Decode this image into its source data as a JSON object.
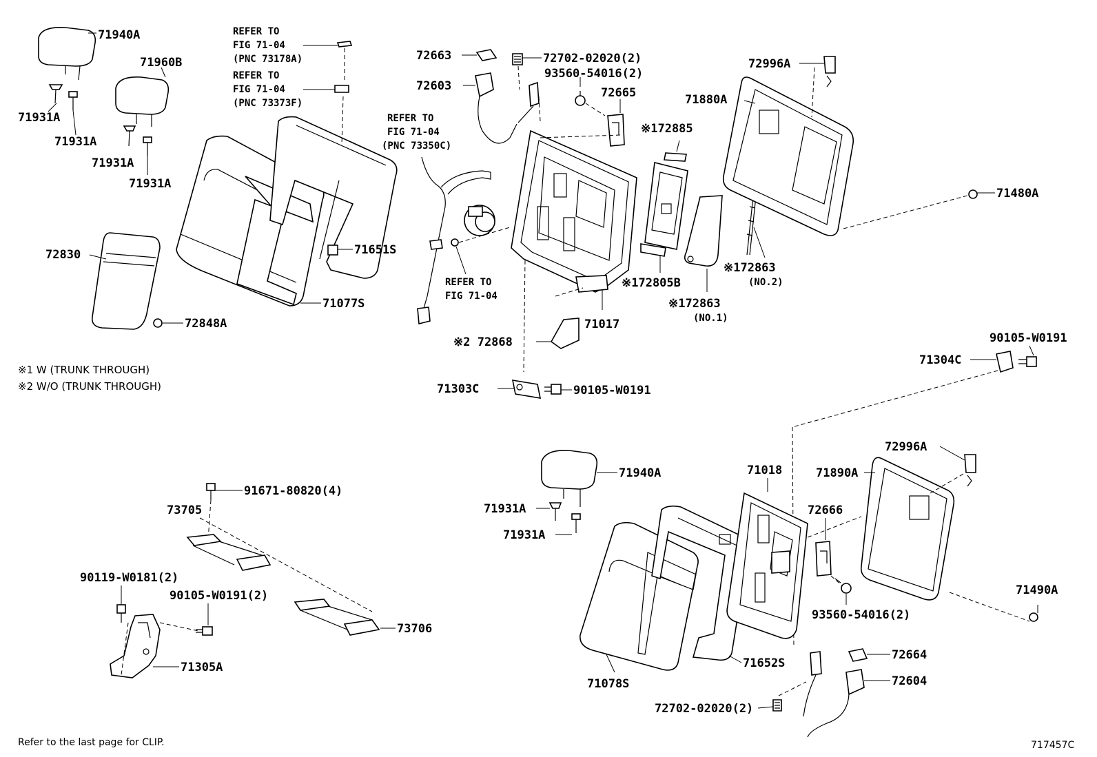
{
  "labels": {
    "p71940A_top": "71940A",
    "p71960B": "71960B",
    "p71931A_1": "71931A",
    "p71931A_2": "71931A",
    "p71931A_3": "71931A",
    "p71931A_4": "71931A",
    "p72830": "72830",
    "p72848A": "72848A",
    "p71651S": "71651S",
    "p71077S": "71077S",
    "p72663": "72663",
    "p72702_top": "72702-02020(2)",
    "p93560_top": "93560-54016(2)",
    "p72603": "72603",
    "p72665": "72665",
    "p72996A_top": "72996A",
    "p71880A": "71880A",
    "p72885": "※172885",
    "p71480A": "71480A",
    "p72863_no2": "※172863",
    "p72863_no2_sub": "(NO.2)",
    "p72805B": "※172805B",
    "p72863_no1": "※172863",
    "p72863_no1_sub": "(NO.1)",
    "p71017": "71017",
    "p72868": "※2 72868",
    "p71303C": "71303C",
    "p90105_mid": "90105-W0191",
    "p90105_right": "90105-W0191",
    "p71304C": "71304C",
    "p71940A_bot": "71940A",
    "p71931A_5": "71931A",
    "p71931A_6": "71931A",
    "p71018": "71018",
    "p72996A_bot": "72996A",
    "p71890A": "71890A",
    "p72666": "72666",
    "p71490A": "71490A",
    "p93560_bot": "93560-54016(2)",
    "p72664": "72664",
    "p72604": "72604",
    "p71652S": "71652S",
    "p71078S": "71078S",
    "p72702_bot": "72702-02020(2)",
    "p91671": "91671-80820(4)",
    "p73705": "73705",
    "p90119": "90119-W0181(2)",
    "p90105_2": "90105-W0191(2)",
    "p73706": "73706",
    "p71305A": "71305A"
  },
  "references": {
    "ref1": [
      "REFER TO",
      "FIG 71-04",
      "(PNC 73178A)"
    ],
    "ref2": [
      "REFER TO",
      "FIG 71-04",
      "(PNC 73373F)"
    ],
    "ref3": [
      "REFER TO",
      "FIG 71-04",
      "(PNC 73350C)"
    ],
    "ref4": [
      "REFER TO",
      "FIG 71-04"
    ]
  },
  "notes": {
    "note1": "※1  W (TRUNK THROUGH)",
    "note2": "※2  W/O (TRUNK THROUGH)"
  },
  "footer": {
    "clip_note": "Refer to the last page for CLIP.",
    "figure_id": "717457C"
  }
}
